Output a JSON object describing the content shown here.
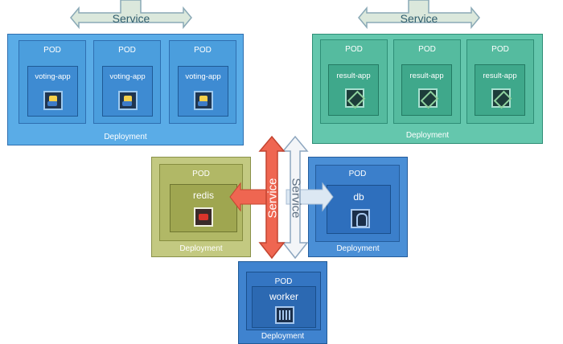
{
  "labels": {
    "service": "Service",
    "pod": "POD",
    "deployment": "Deployment"
  },
  "voting": {
    "app": "voting-app"
  },
  "result": {
    "app": "result-app"
  },
  "redis": {
    "app": "redis"
  },
  "db": {
    "app": "db"
  },
  "worker": {
    "app": "worker"
  },
  "colors": {
    "voting": "#5aace7",
    "result": "#64c7ad",
    "redis": "#c3c981",
    "db": "#4a8fd6",
    "worker": "#3f83cf",
    "service_arrow_green": "#dbe8dc",
    "service_arrow_red": "#ef6651",
    "service_arrow_white": "#eef2f6"
  },
  "icons": [
    "python-icon",
    "node-icon",
    "redis-icon",
    "postgres-icon",
    "dotnet-icon"
  ]
}
